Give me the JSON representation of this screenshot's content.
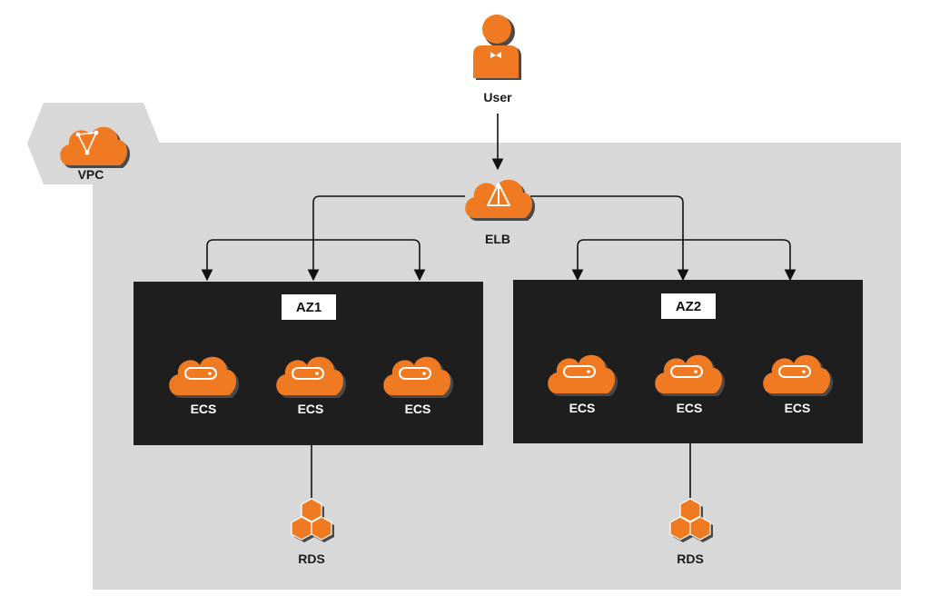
{
  "colors": {
    "accent": "#F07A21",
    "accent_shadow": "#4A4A4A",
    "vpc_background": "#D8D8D8",
    "az_background": "#1E1E1E",
    "label_box": "#FFFFFF"
  },
  "user": {
    "label": "User",
    "icon": "user-icon"
  },
  "vpc": {
    "label": "VPC",
    "icon": "vpc-cloud-icon"
  },
  "elb": {
    "label": "ELB",
    "icon": "elb-cloud-icon"
  },
  "zones": [
    {
      "label": "AZ1",
      "instances": [
        {
          "label": "ECS",
          "icon": "ecs-cloud-icon"
        },
        {
          "label": "ECS",
          "icon": "ecs-cloud-icon"
        },
        {
          "label": "ECS",
          "icon": "ecs-cloud-icon"
        }
      ],
      "database": {
        "label": "RDS",
        "icon": "rds-icon"
      }
    },
    {
      "label": "AZ2",
      "instances": [
        {
          "label": "ECS",
          "icon": "ecs-cloud-icon"
        },
        {
          "label": "ECS",
          "icon": "ecs-cloud-icon"
        },
        {
          "label": "ECS",
          "icon": "ecs-cloud-icon"
        }
      ],
      "database": {
        "label": "RDS",
        "icon": "rds-icon"
      }
    }
  ]
}
